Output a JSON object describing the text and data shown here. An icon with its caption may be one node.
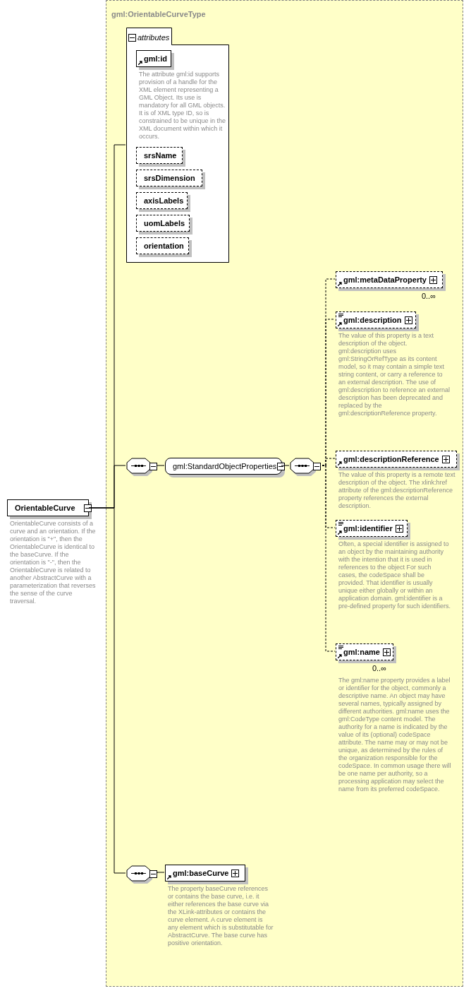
{
  "diagram": {
    "nodes": [
      {
        "text": [
          "OrientableCurve",
          "OrientableCurve consists of a curve and an orientation. If the orientation is \"+\", then the OrientableCurve is identical to the baseCurve. If the orientation is \"-\", then the OrientableCurve is related to another AbstractCurve with a parameterization that reverses the sense of the curve traversal."
        ]
      },
      {
        "text": [
          "gml:OrientableCurveType"
        ]
      },
      {
        "text": [
          "attributes"
        ],
        "in": 1
      },
      {
        "text": [
          "gml:id",
          "The attribute gml:id supports provision of a handle for the XML element representing a GML Object. Its use is mandatory for all GML objects. It is of XML type ID, so is constrained to be unique in the XML document within which it occurs."
        ],
        "in": 2
      },
      {
        "text": [
          "srsName"
        ],
        "in": 2
      },
      {
        "text": [
          "srsDimension"
        ],
        "in": 2
      },
      {
        "text": [
          "axisLabels"
        ],
        "in": 2
      },
      {
        "text": [
          "uomLabels"
        ],
        "in": 2
      },
      {
        "text": [
          "orientation"
        ],
        "in": 2
      },
      {
        "text": [],
        "shape": "octagon",
        "in": 1
      },
      {
        "text": [
          "gml:StandardObjectProperties"
        ],
        "in": 1
      },
      {
        "text": [],
        "shape": "octagon",
        "in": 1
      },
      {
        "text": [
          "gml:metaDataProperty"
        ],
        "in": 1,
        "beside": [
          "0..∞"
        ]
      },
      {
        "text": [
          "gml:description",
          "The value of this property is a text description of the object. gml:description uses gml:StringOrRefType as its content model, so it may contain a simple text string content, or carry a reference to an external description. The use of gml:description to reference an external description has been deprecated and replaced by the gml:descriptionReference property."
        ],
        "in": 1
      },
      {
        "text": [
          "gml:descriptionReference",
          "The value of this property is a remote text description of the object. The xlink:href attribute of the gml:descriptionReference property references the external description."
        ],
        "in": 1
      },
      {
        "text": [
          "gml:identifier",
          "Often, a special identifier is assigned to an object by the maintaining authority with the intention that it is used in references to the object For such cases, the codeSpace shall be provided. That identifier is usually unique either globally or within an application domain. gml:identifier is a pre-defined property for such identifiers."
        ],
        "in": 1
      },
      {
        "text": [
          "gml:name",
          "The gml:name property provides a label or identifier for the object, commonly a descriptive name. An object may have several names, typically assigned by different authorities. gml:name uses the gml:CodeType content model. The authority for a name is indicated by the value of its (optional) codeSpace attribute. The name may or may not be unique, as determined by the rules of the organization responsible for the codeSpace. In common usage there will be one name per authority, so a processing application may select the name from its preferred codeSpace."
        ],
        "in": 1,
        "beside": [
          "0..∞"
        ]
      },
      {
        "text": [],
        "shape": "octagon",
        "in": 1
      },
      {
        "text": [
          "gml:baseCurve",
          "The property baseCurve references or contains the base curve, i.e. it either references the base curve via the XLink-attributes or contains the curve element. A curve element is any element which is substitutable for AbstractCurve. The base curve has positive orientation."
        ],
        "in": 1
      }
    ],
    "edges": [
      {
        "from": 0,
        "to": 2,
        "arrow": "none"
      },
      {
        "from": 0,
        "to": 9,
        "arrow": "none"
      },
      {
        "from": 0,
        "to": 17,
        "arrow": "none"
      },
      {
        "from": 9,
        "to": 10,
        "arrow": "none"
      },
      {
        "from": 10,
        "to": 11,
        "arrow": "none"
      },
      {
        "from": 11,
        "to": 12,
        "arrow": "none",
        "style": "dashed"
      },
      {
        "from": 11,
        "to": 13,
        "arrow": "none",
        "style": "dashed"
      },
      {
        "from": 11,
        "to": 14,
        "arrow": "none",
        "style": "dashed"
      },
      {
        "from": 11,
        "to": 15,
        "arrow": "none",
        "style": "dashed"
      },
      {
        "from": 11,
        "to": 16,
        "arrow": "none",
        "style": "dashed"
      },
      {
        "from": 17,
        "to": 18,
        "arrow": "none"
      }
    ]
  }
}
